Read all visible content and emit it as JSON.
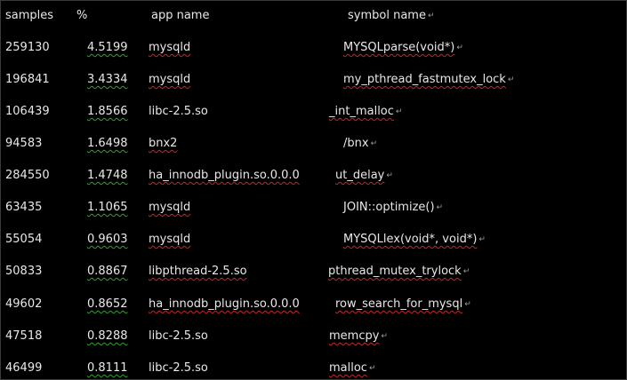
{
  "header": {
    "samples": "samples",
    "pct": "%",
    "app": "app name",
    "sym": "symbol name"
  },
  "para_mark": "↵",
  "rows": [
    {
      "samples": "259130",
      "pct": "4.5199",
      "app": "mysqld",
      "sym": "MYSQLparse(void*)"
    },
    {
      "samples": "196841",
      "pct": "3.4334",
      "app": "mysqld",
      "sym": "my_pthread_fastmutex_lock"
    },
    {
      "samples": "106439",
      "pct": "1.8566",
      "app": "libc-2.5.so",
      "sym": "_int_malloc"
    },
    {
      "samples": "94583",
      "pct": "1.6498",
      "app": "bnx2",
      "sym": "/bnx"
    },
    {
      "samples": "284550",
      "pct": "1.4748",
      "app": "ha_innodb_plugin.so.0.0.0",
      "sym": "ut_delay"
    },
    {
      "samples": "63435",
      "pct": "1.1065",
      "app": "mysqld",
      "sym": "JOIN::optimize()"
    },
    {
      "samples": "55054",
      "pct": "0.9603",
      "app": "mysqld",
      "sym": "MYSQLlex(void*, void*)"
    },
    {
      "samples": "50833",
      "pct": "0.8867",
      "app": "libpthread-2.5.so",
      "sym": "pthread_mutex_trylock"
    },
    {
      "samples": "49602",
      "pct": "0.8652",
      "app": "ha_innodb_plugin.so.0.0.0",
      "sym": "row_search_for_mysql"
    },
    {
      "samples": "47518",
      "pct": "0.8288",
      "app": "libc-2.5.so",
      "sym": "memcpy"
    },
    {
      "samples": "46499",
      "pct": "0.8111",
      "app": "libc-2.5.so",
      "sym": "malloc"
    }
  ],
  "colors": {
    "background": "#000000",
    "text": "#e8e8e8",
    "spell_green": "#2fa12f",
    "spell_red": "#c0282d"
  }
}
